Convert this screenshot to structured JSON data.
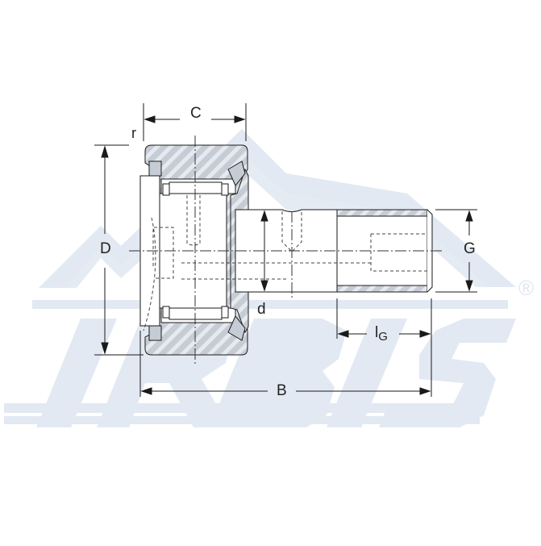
{
  "drawing": {
    "subject": "cam follower bearing (stud type) technical drawing",
    "watermark": {
      "brand": "IRBIS",
      "registered_mark": "®",
      "color": "#e2e9f2"
    },
    "dimension_labels": {
      "C": "C",
      "r": "r",
      "D": "D",
      "d": "d",
      "G": "G",
      "lG_main": "l",
      "lG_sub": "G",
      "B": "B"
    },
    "colors": {
      "line": "#1a1a1a",
      "section_fill": "#c9ced6",
      "hatch": "#e9ecf0",
      "background": "#ffffff"
    }
  }
}
